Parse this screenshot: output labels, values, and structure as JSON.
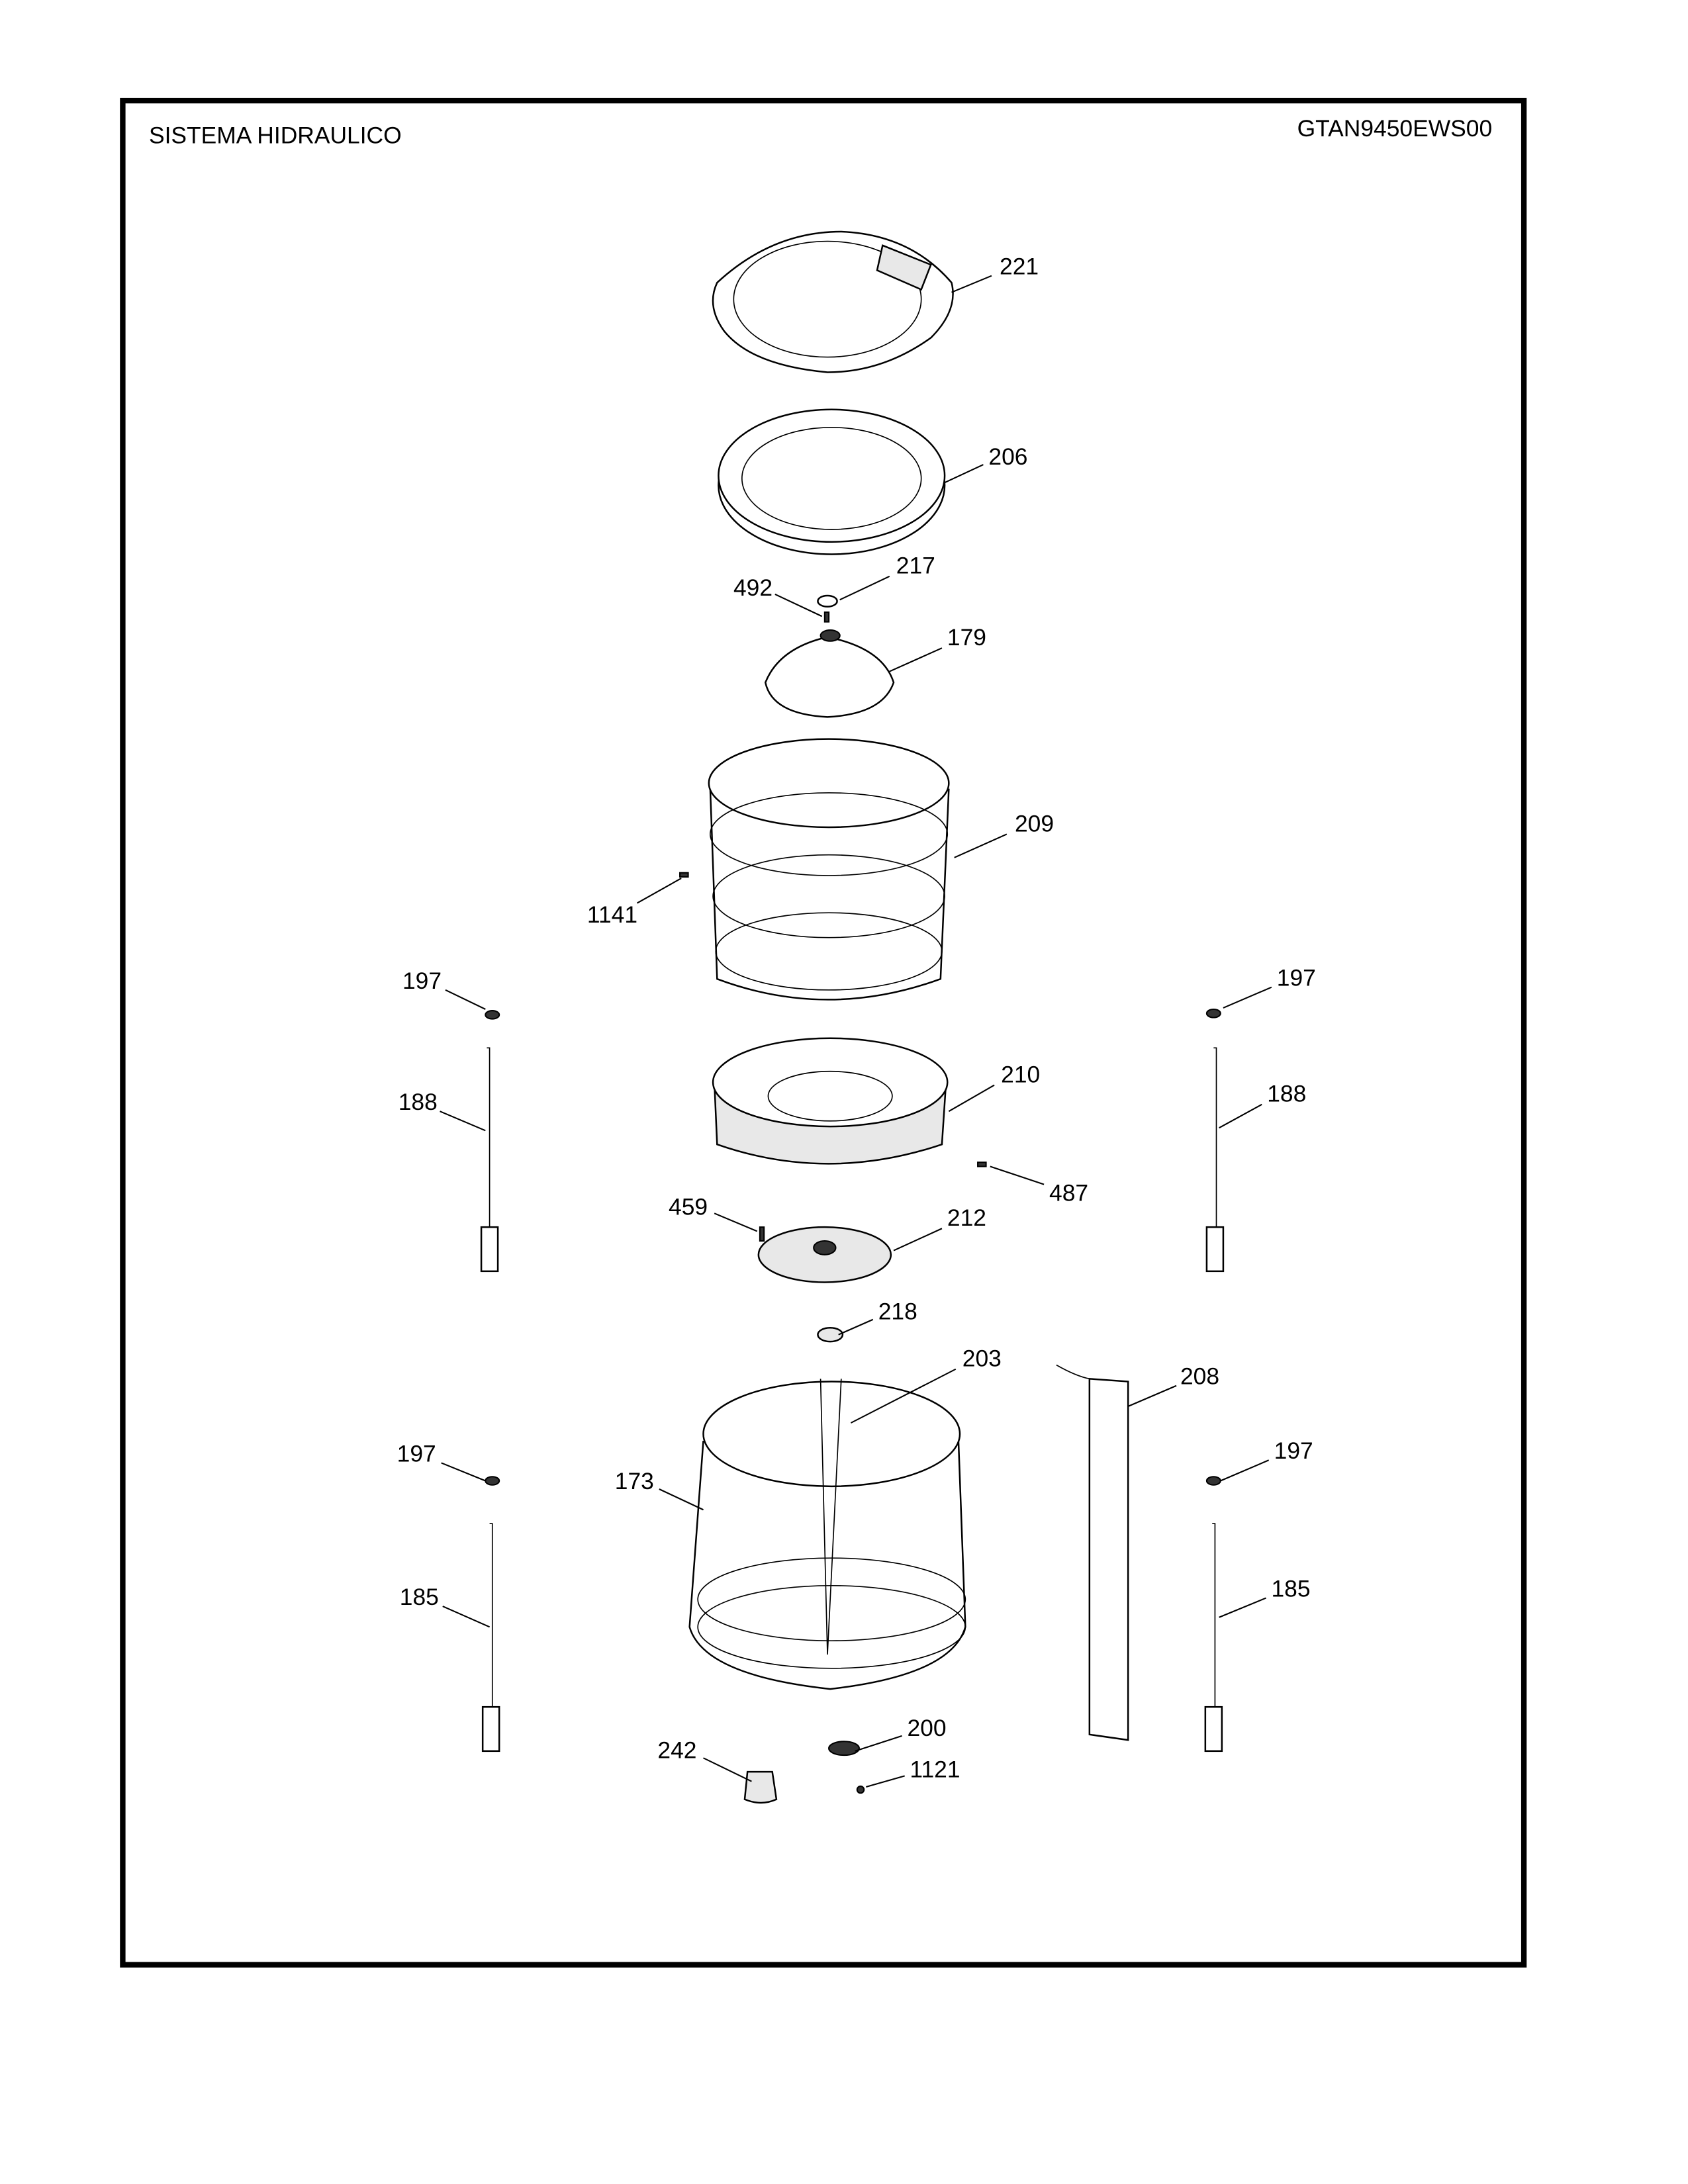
{
  "header": {
    "title": "SISTEMA HIDRAULICO",
    "model": "GTAN9450EWS00"
  },
  "callouts": {
    "p221": "221",
    "p206": "206",
    "p217": "217",
    "p492": "492",
    "p179": "179",
    "p209": "209",
    "p1141": "1141",
    "p197a": "197",
    "p197b": "197",
    "p188a": "188",
    "p188b": "188",
    "p210": "210",
    "p487": "487",
    "p459": "459",
    "p212": "212",
    "p218": "218",
    "p203": "203",
    "p208": "208",
    "p197c": "197",
    "p197d": "197",
    "p173": "173",
    "p185a": "185",
    "p185b": "185",
    "p200": "200",
    "p242": "242",
    "p1121": "1121"
  }
}
